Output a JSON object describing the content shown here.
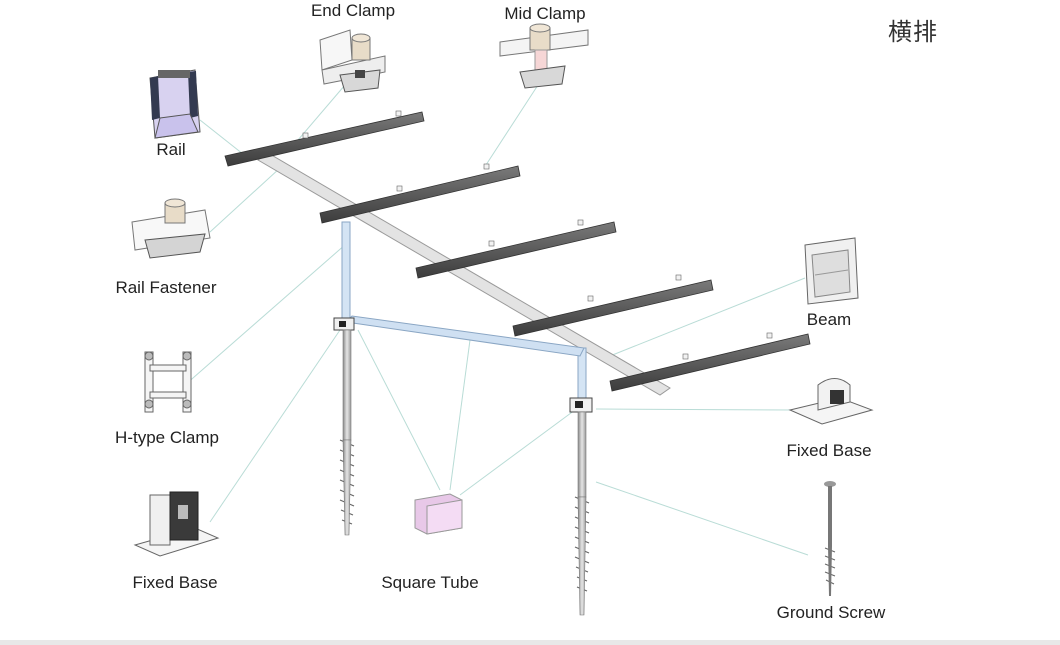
{
  "heading": "横排",
  "labels": {
    "end_clamp": "End Clamp",
    "mid_clamp": "Mid Clamp",
    "rail": "Rail",
    "rail_fastener": "Rail Fastener",
    "h_type_clamp": "H-type Clamp",
    "fixed_base_left": "Fixed Base",
    "square_tube": "Square Tube",
    "beam": "Beam",
    "fixed_base_right": "Fixed Base",
    "ground_screw": "Ground Screw"
  },
  "colors": {
    "rail": "#4a4a4a",
    "beam_frame": "#dcdcdc",
    "tube_blue": "#cfe0f2",
    "callout_line": "#b9dcd6",
    "pink_face": "#e8c8e8",
    "purple_face": "#c9c2ec"
  }
}
